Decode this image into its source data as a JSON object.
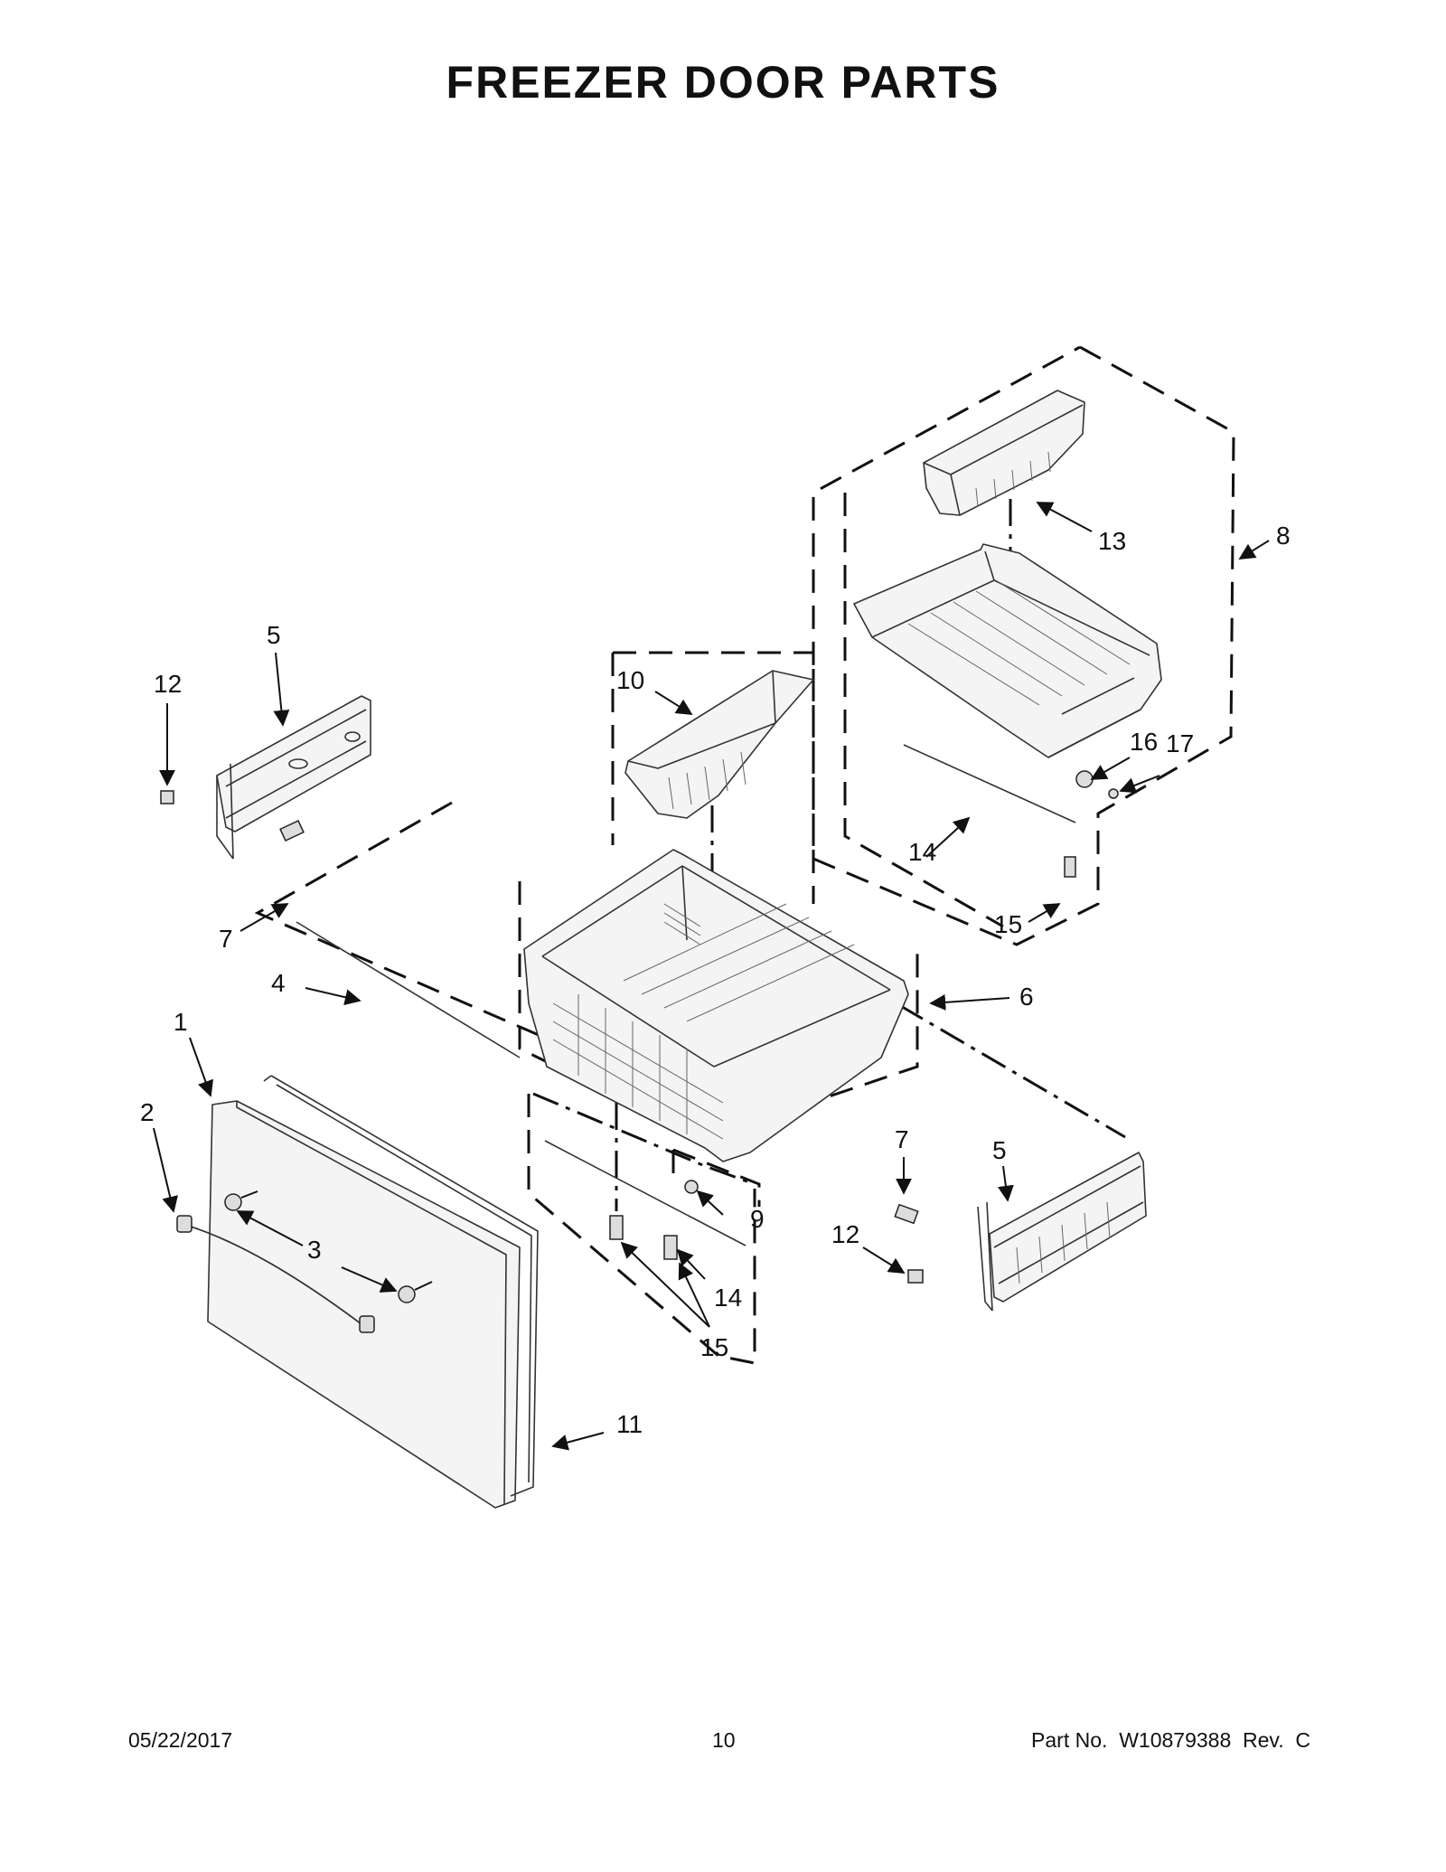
{
  "title": "FREEZER DOOR PARTS",
  "footer": {
    "date": "05/22/2017",
    "page_number": "10",
    "part_number": "Part No.  W10879388  Rev.  C"
  },
  "callouts": {
    "c1": "1",
    "c2": "2",
    "c3": "3",
    "c4": "4",
    "c5a": "5",
    "c5b": "5",
    "c6": "6",
    "c7a": "7",
    "c7b": "7",
    "c8": "8",
    "c9": "9",
    "c10": "10",
    "c11": "11",
    "c12a": "12",
    "c12b": "12",
    "c13": "13",
    "c14a": "14",
    "c14b": "14",
    "c15a": "15",
    "c15b": "15",
    "c16": "16",
    "c17": "17"
  }
}
